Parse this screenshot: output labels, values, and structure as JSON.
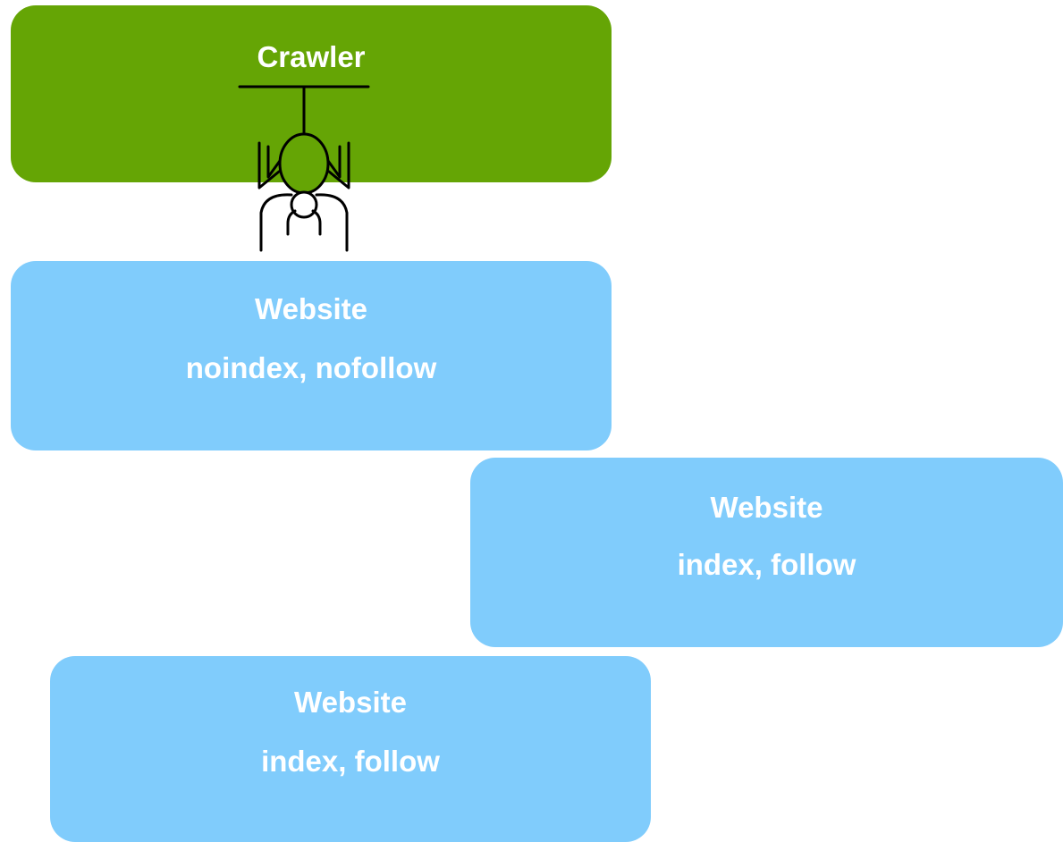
{
  "crawler": {
    "title": "Crawler",
    "color": "#65a505",
    "icon": "spider-icon"
  },
  "websites": [
    {
      "title": "Website",
      "directive": "noindex, nofollow"
    },
    {
      "title": "Website",
      "directive": "index, follow"
    },
    {
      "title": "Website",
      "directive": "index, follow"
    }
  ],
  "colors": {
    "website_box": "#80ccfc",
    "text": "#ffffff",
    "icon_stroke": "#000000"
  }
}
